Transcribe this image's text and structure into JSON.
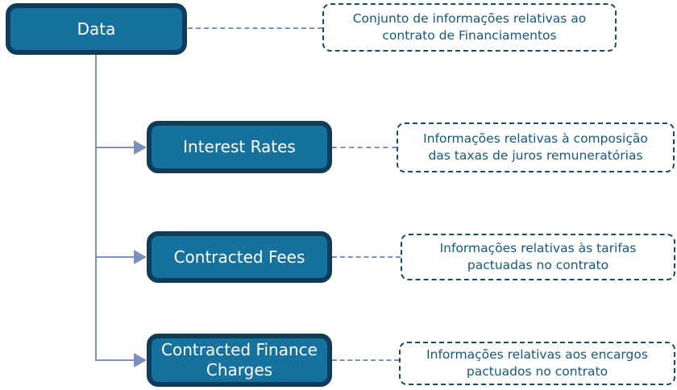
{
  "diagram": {
    "root": {
      "label": "Data",
      "description": "Conjunto de informações relativas ao\ncontrato de Financiamentos"
    },
    "children": [
      {
        "label": "Interest Rates",
        "description": "Informações relativas à composição\ndas taxas de juros remuneratórias"
      },
      {
        "label": "Contracted Fees",
        "description": "Informações relativas às tarifas\npactuadas no contrato"
      },
      {
        "label": "Contracted Finance\nCharges",
        "description": "Informações relativas aos encargos\npactuados no contrato"
      }
    ],
    "colors": {
      "node_fill": "#17719E",
      "node_border": "#0E3C59",
      "node_text": "#FFFFFF",
      "annotation_border": "#174A6E",
      "annotation_text": "#14587E",
      "connector": "#7C90C0"
    }
  }
}
